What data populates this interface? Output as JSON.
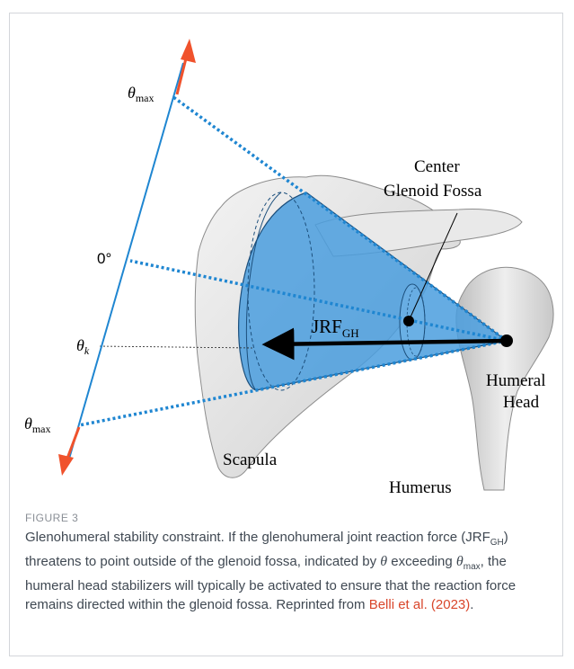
{
  "figure": {
    "labels": {
      "theta_max_top": "θ",
      "theta_max_top_sub": "max",
      "zero_deg": "0°",
      "theta_k": "θ",
      "theta_k_sub": "k",
      "theta_max_bottom": "θ",
      "theta_max_bottom_sub": "max",
      "center_line1": "Center",
      "center_line2": "Glenoid Fossa",
      "jrf": "JRF",
      "jrf_sub": "GH",
      "humeral_line1": "Humeral",
      "humeral_line2": "Head",
      "scapula": "Scapula",
      "humerus": "Humerus"
    },
    "colors": {
      "axis_line": "#1f86d1",
      "arrow_heads": "#f0522c",
      "cone_fill": "#4a9ede",
      "bone": "#e6e6e6"
    }
  },
  "caption": {
    "label": "FIGURE 3",
    "text_part1": "Glenohumeral stability constraint. If the glenohumeral joint reaction force (JRF",
    "jrf_sub": "GH",
    "text_part2": ") threatens to point outside of the glenoid fossa, indicated by ",
    "theta": "θ",
    "text_part3": " exceeding ",
    "theta_max": "θ",
    "theta_max_sub": "max",
    "text_part4": ", the humeral head stabilizers will typically be activated to ensure that the reaction force remains directed within the glenoid fossa. Reprinted from ",
    "link_text": "Belli et al. (2023)",
    "text_part5": "."
  }
}
